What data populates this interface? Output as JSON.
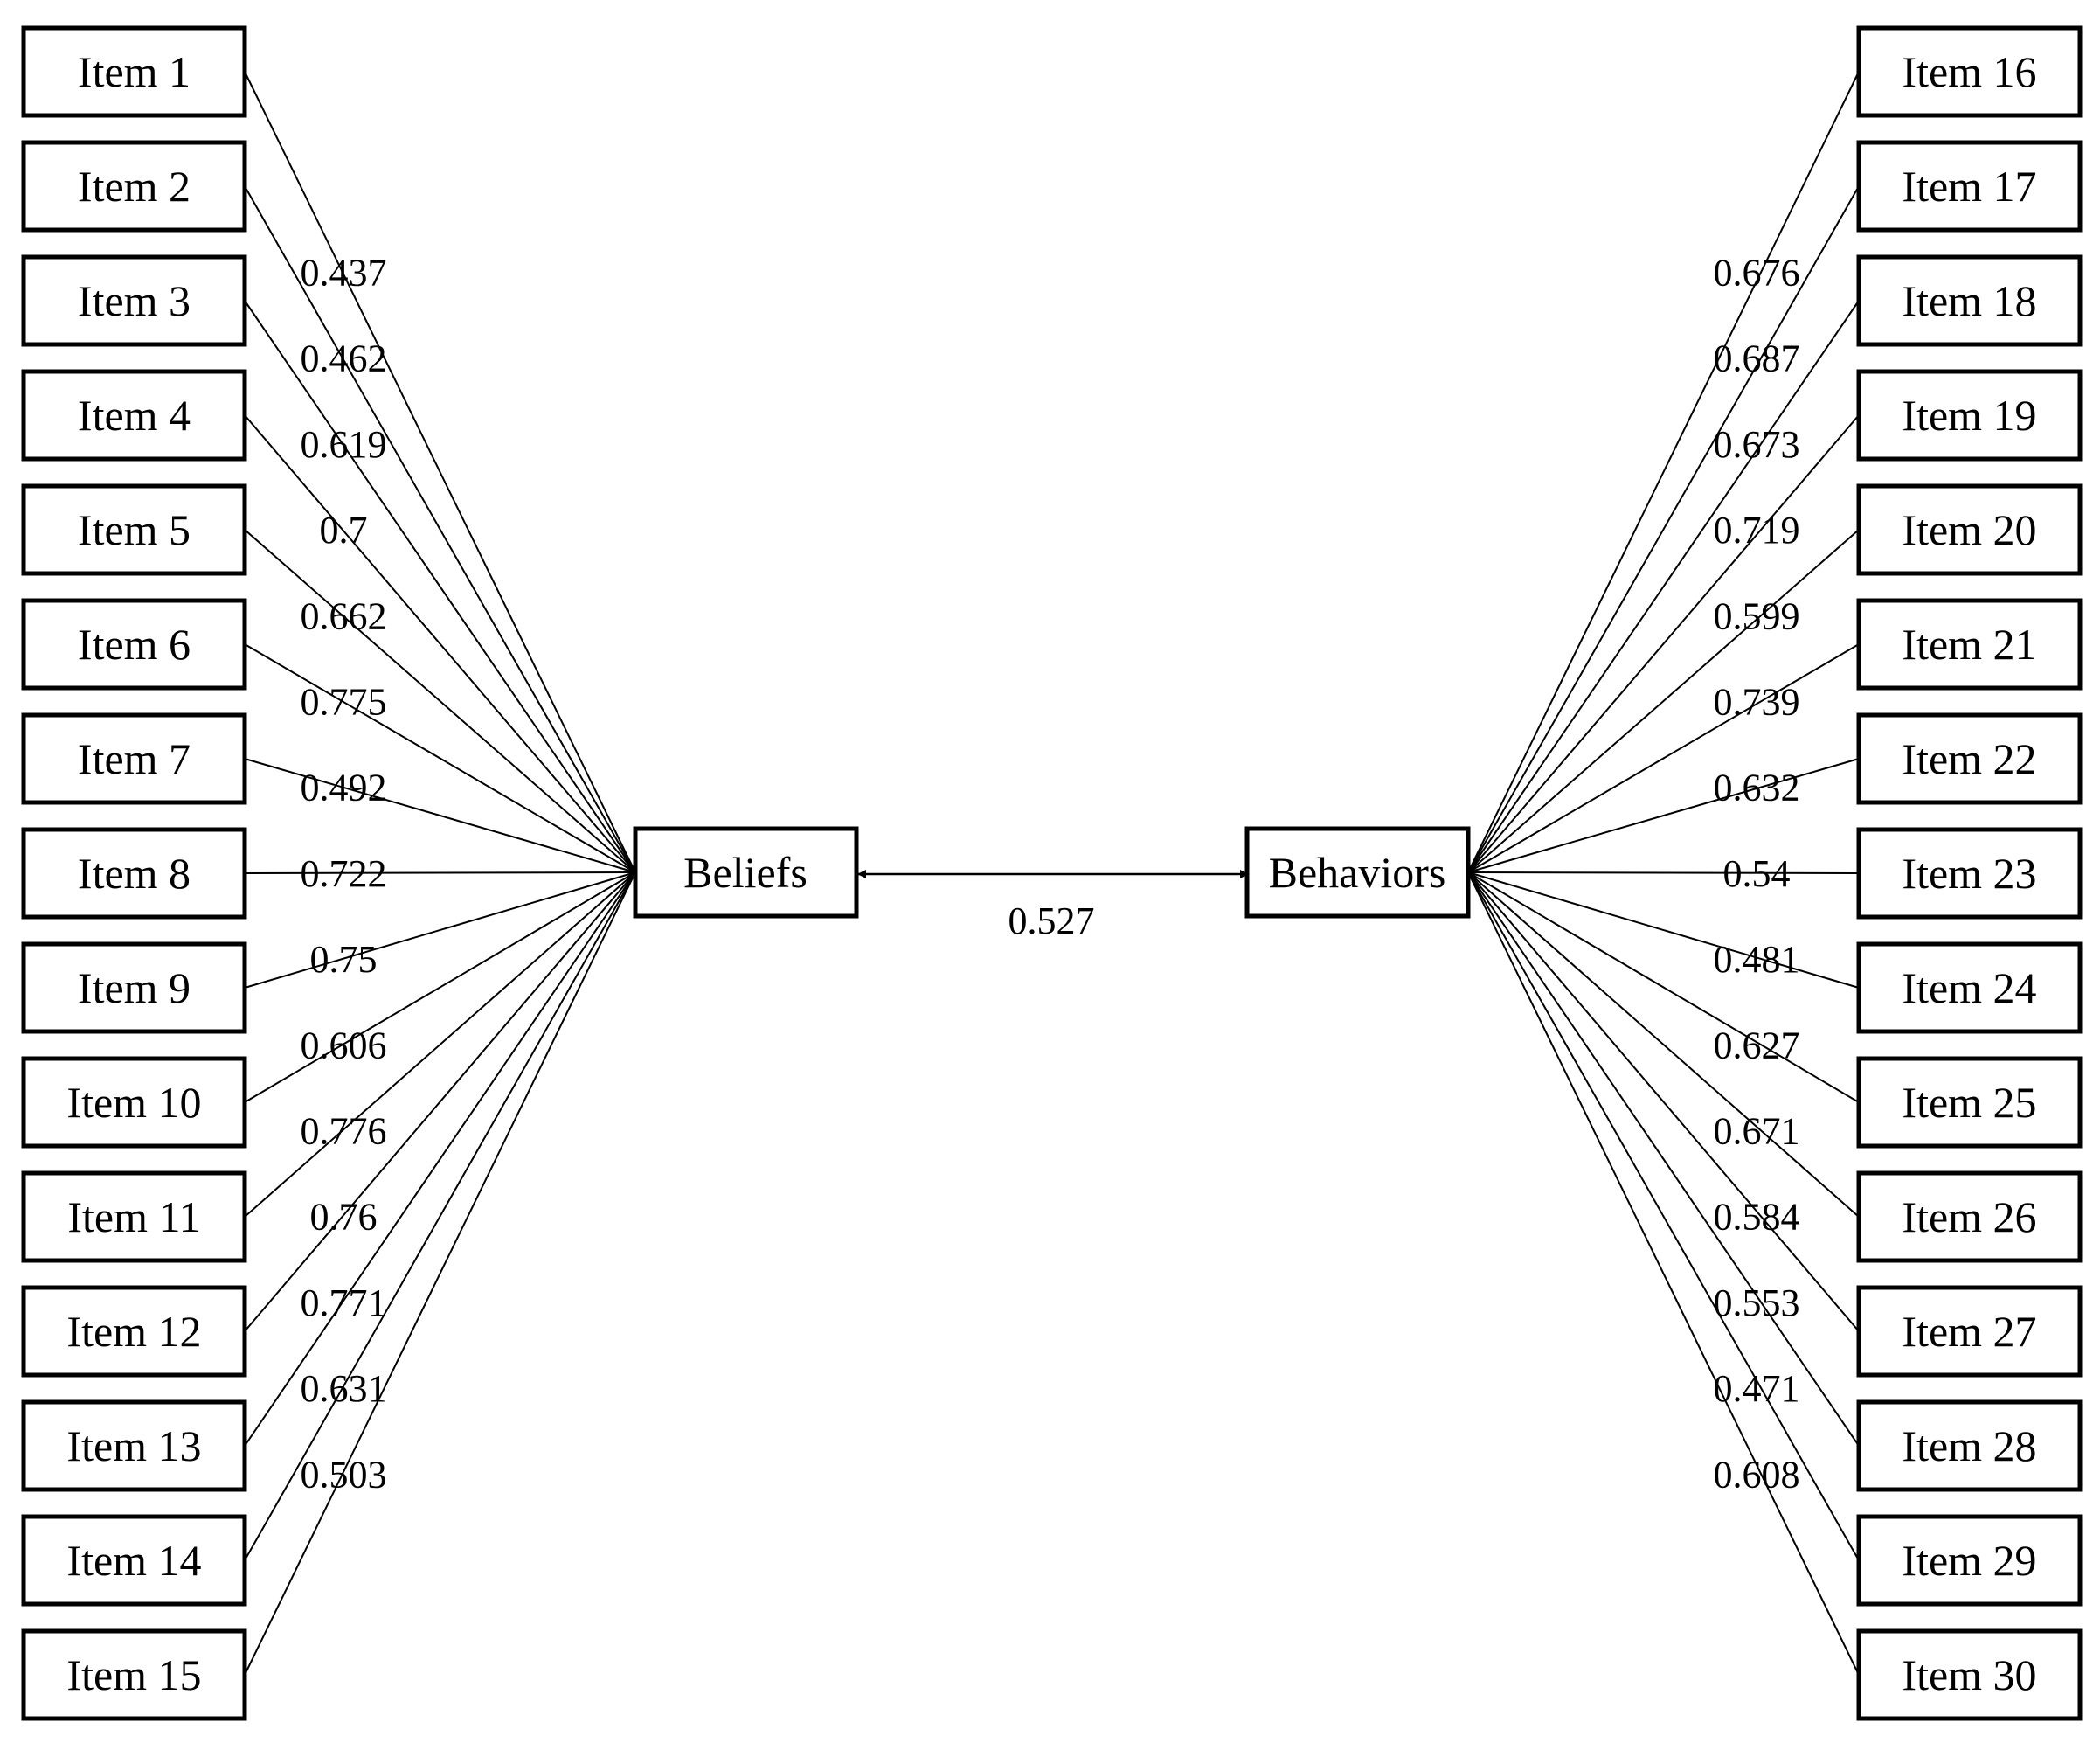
{
  "colors": {
    "background": "#ffffff",
    "line": "#000000",
    "text": "#000000"
  },
  "left_items": [
    {
      "label": "Item 1",
      "loading": "0.437"
    },
    {
      "label": "Item 2",
      "loading": "0.462"
    },
    {
      "label": "Item 3",
      "loading": "0.619"
    },
    {
      "label": "Item 4",
      "loading": "0.7"
    },
    {
      "label": "Item 5",
      "loading": "0.662"
    },
    {
      "label": "Item 6",
      "loading": "0.775"
    },
    {
      "label": "Item 7",
      "loading": "0.492"
    },
    {
      "label": "Item 8",
      "loading": "0.722"
    },
    {
      "label": "Item 9",
      "loading": "0.75"
    },
    {
      "label": "Item 10",
      "loading": "0.606"
    },
    {
      "label": "Item 11",
      "loading": "0.776"
    },
    {
      "label": "Item 12",
      "loading": "0.76"
    },
    {
      "label": "Item 13",
      "loading": "0.771"
    },
    {
      "label": "Item 14",
      "loading": "0.631"
    },
    {
      "label": "Item 15",
      "loading": "0.503"
    }
  ],
  "right_items": [
    {
      "label": "Item 16",
      "loading": "0.676"
    },
    {
      "label": "Item 17",
      "loading": "0.687"
    },
    {
      "label": "Item 18",
      "loading": "0.673"
    },
    {
      "label": "Item 19",
      "loading": "0.719"
    },
    {
      "label": "Item 20",
      "loading": "0.599"
    },
    {
      "label": "Item 21",
      "loading": "0.739"
    },
    {
      "label": "Item 22",
      "loading": "0.632"
    },
    {
      "label": "Item 23",
      "loading": "0.54"
    },
    {
      "label": "Item 24",
      "loading": "0.481"
    },
    {
      "label": "Item 25",
      "loading": "0.627"
    },
    {
      "label": "Item 26",
      "loading": "0.671"
    },
    {
      "label": "Item 27",
      "loading": "0.584"
    },
    {
      "label": "Item 28",
      "loading": "0.553"
    },
    {
      "label": "Item 29",
      "loading": "0.471"
    },
    {
      "label": "Item 30",
      "loading": "0.608"
    }
  ],
  "factors": {
    "left": "Beliefs",
    "right": "Behaviors",
    "correlation": "0.527"
  }
}
